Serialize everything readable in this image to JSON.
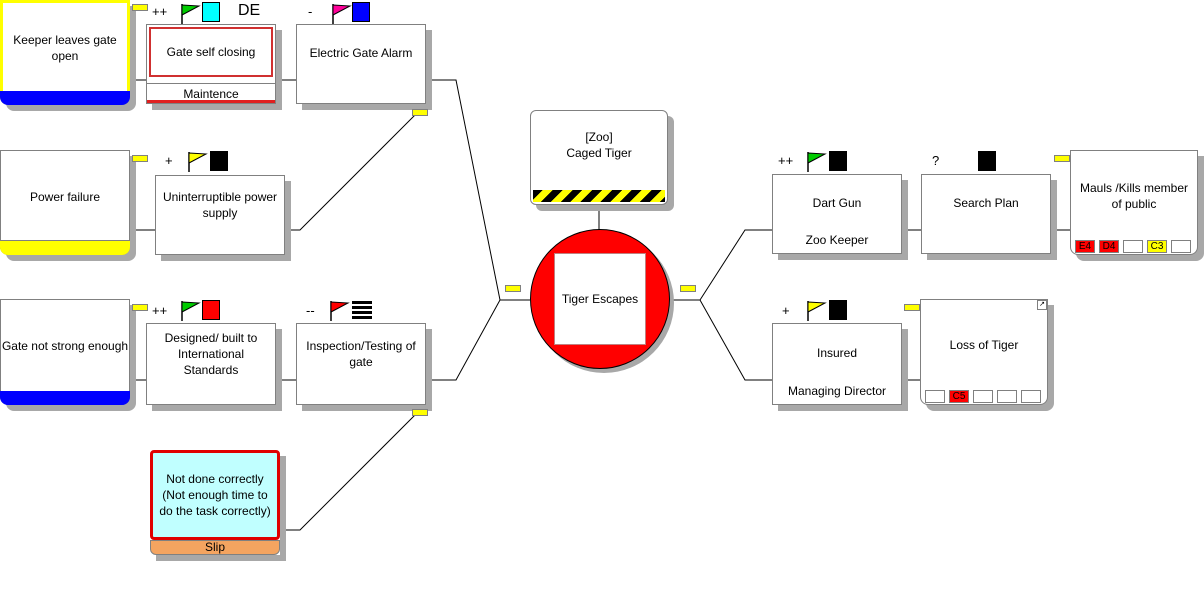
{
  "colors": {
    "yellow": "#ffff00",
    "blue": "#0000ff",
    "red": "#ff0000",
    "cyan": "#00ffff",
    "green": "#00cc00",
    "magenta": "#ff0099",
    "black": "#000000",
    "slip_fill": "#c0ffff",
    "slip_tab": "#f4a460"
  },
  "threats": [
    {
      "label": "Keeper leaves gate open"
    },
    {
      "label": "Power failure"
    },
    {
      "label": "Gate not strong enough"
    }
  ],
  "barriers": [
    {
      "label": "Gate self closing",
      "sub": "Maintence",
      "rating": "++",
      "flag_color": "green-flag",
      "square_color": "cyan",
      "extra": "DE"
    },
    {
      "label": "Electric Gate Alarm",
      "rating": "-",
      "flag_color": "magenta-flag",
      "square_color": "blue"
    },
    {
      "label": "Uninterruptible power supply",
      "rating": "+",
      "flag_color": "yellow-flag",
      "square_color": "black"
    },
    {
      "label": "Designed/ built to International Standards",
      "rating": "++",
      "flag_color": "green-flag",
      "square_color": "red"
    },
    {
      "label": "Inspection/Testing of gate",
      "rating": "--",
      "flag_color": "red-flag",
      "square_color": "striped"
    }
  ],
  "escalation": {
    "label": "Not done correctly (Not enough time to do the task correctly)",
    "sub": "Slip"
  },
  "hazard": {
    "line1": "[Zoo]",
    "line2": "Caged Tiger"
  },
  "top_event": {
    "label": "Tiger Escapes"
  },
  "recovery": [
    {
      "label": "Dart Gun",
      "sub": "Zoo Keeper",
      "rating": "++",
      "flag_color": "green-flag",
      "square_color": "black"
    },
    {
      "label": "Search Plan",
      "rating": "?",
      "square_color": "black"
    },
    {
      "label": "Insured",
      "sub": "Managing Director",
      "rating": "+",
      "flag_color": "yellow-flag",
      "square_color": "black"
    }
  ],
  "consequences": [
    {
      "label": "Mauls /Kills member of public",
      "ratings": [
        "E4",
        "D4",
        "",
        "C3",
        ""
      ]
    },
    {
      "label": "Loss of Tiger",
      "ratings": [
        "",
        "C5",
        "",
        "",
        ""
      ]
    }
  ]
}
